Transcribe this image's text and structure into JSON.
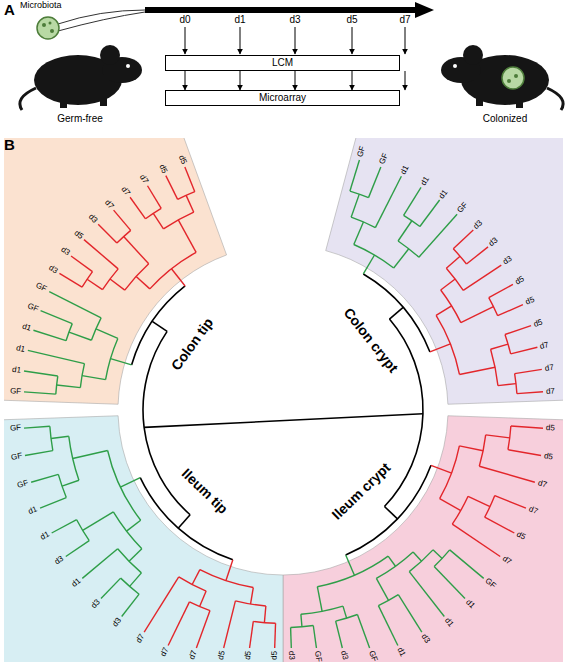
{
  "diagram": {
    "nodes": [
      {
        "text": [
          "LCM"
        ]
      },
      {
        "text": [
          "Microarray"
        ]
      }
    ],
    "edges": [
      {
        "from": 0,
        "to": 1,
        "arrow": "to"
      },
      {
        "from": 0,
        "to": 1,
        "arrow": "to"
      },
      {
        "from": 0,
        "to": 1,
        "arrow": "to"
      },
      {
        "from": 0,
        "to": 1,
        "arrow": "to"
      },
      {
        "from": 0,
        "to": 1,
        "arrow": "to"
      }
    ],
    "labels": [
      "A",
      "Microbiota",
      "d0",
      "d1",
      "d3",
      "d5",
      "d7",
      "Germ-free",
      "Colonized",
      "B",
      "Colon tip",
      "GF",
      "d1",
      "d1",
      "d1",
      "GF",
      "GF",
      "d3",
      "d3",
      "d5",
      "d3",
      "d7",
      "d7",
      "d7",
      "d5",
      "d5",
      "Colon crypt",
      "GF",
      "GF",
      "d1",
      "d1",
      "d1",
      "GF",
      "d3",
      "d3",
      "d3",
      "d5",
      "d5",
      "d5",
      "d7",
      "d7",
      "d7",
      "Ileum crypt",
      "d5",
      "d5",
      "d7",
      "d7",
      "d5",
      "d7",
      "GF",
      "d1",
      "d1",
      "d3",
      "d1",
      "GF",
      "d3",
      "GF",
      "d3",
      "Ileum tip",
      "d5",
      "d5",
      "d5",
      "d7",
      "d7",
      "d7",
      "d3",
      "d3",
      "d1",
      "d3",
      "d1",
      "d1",
      "GF",
      "GF",
      "GF"
    ]
  }
}
